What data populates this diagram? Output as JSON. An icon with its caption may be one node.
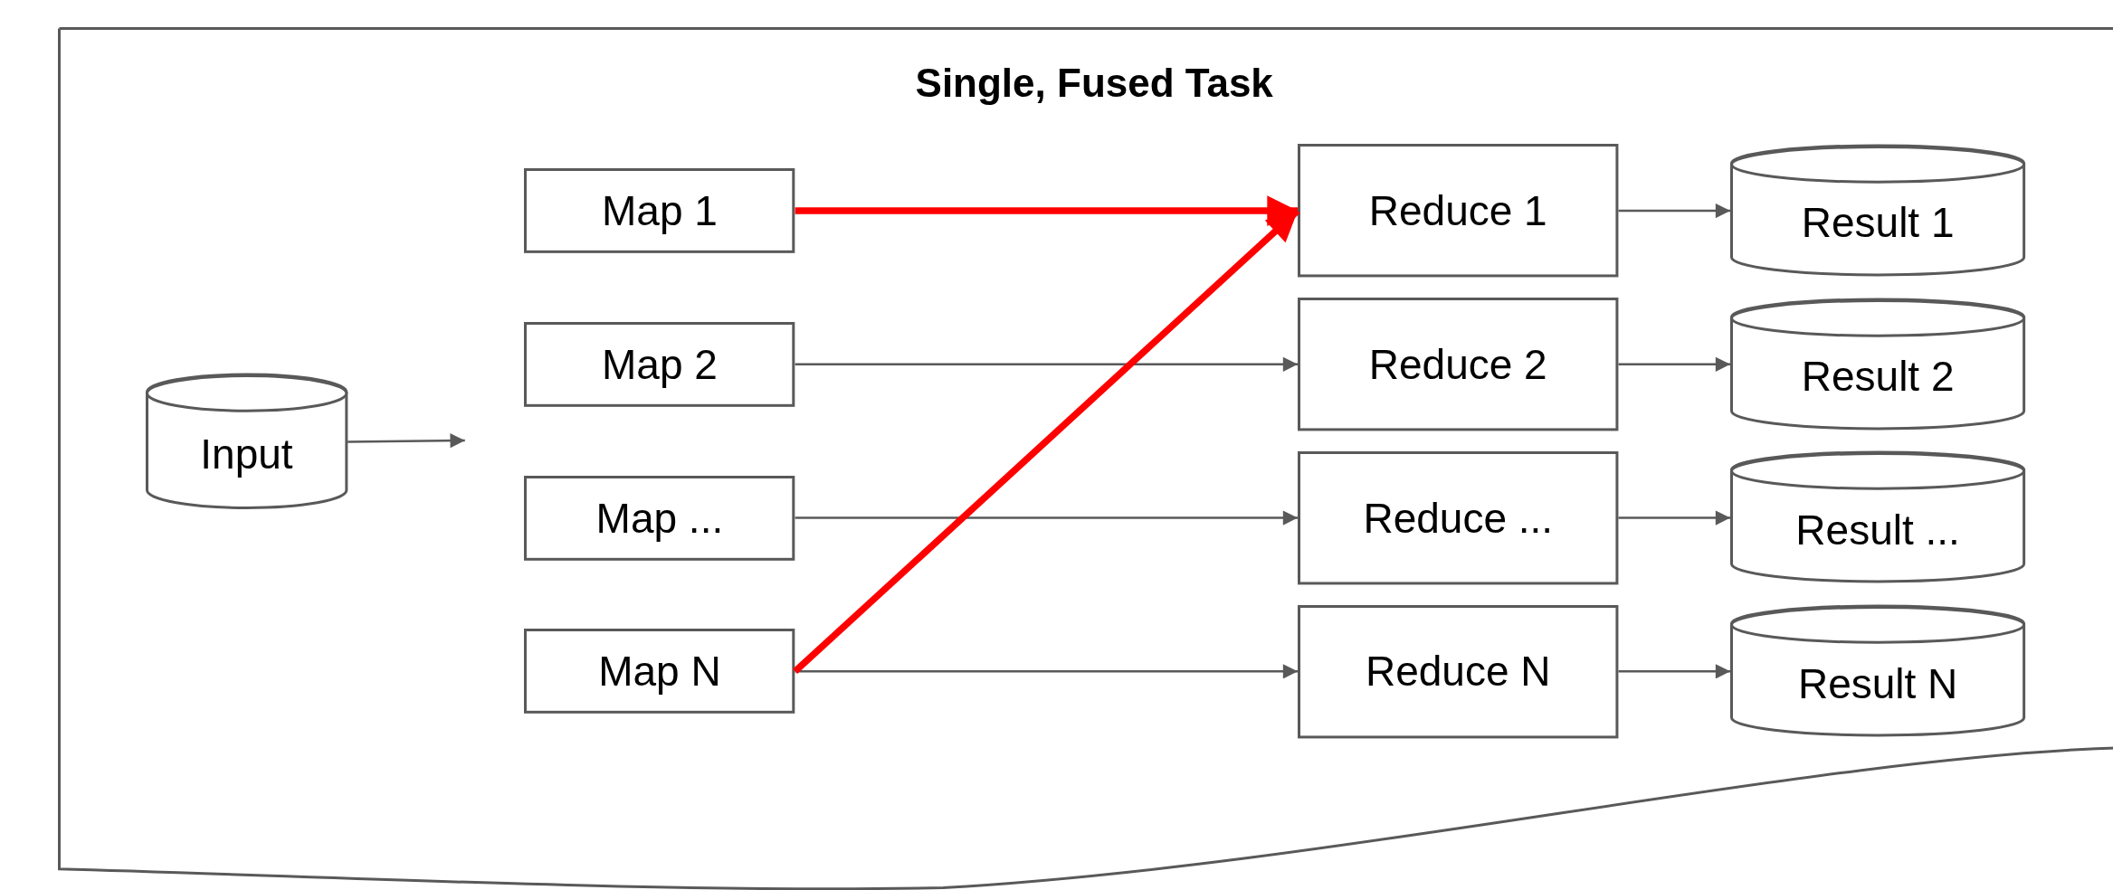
{
  "diagram": {
    "nodes": [
      {
        "text": [
          "Single, Fused Task"
        ]
      },
      {
        "text": [
          "Input"
        ],
        "in": 0
      },
      {
        "text": [
          "Map 1"
        ],
        "in": 0
      },
      {
        "text": [
          "Map 2"
        ],
        "in": 0
      },
      {
        "text": [
          "Map ..."
        ],
        "in": 0
      },
      {
        "text": [
          "Map N"
        ],
        "in": 0
      },
      {
        "text": [
          "Reduce 1"
        ],
        "in": 0
      },
      {
        "text": [
          "Reduce 2"
        ],
        "in": 0
      },
      {
        "text": [
          "Reduce ..."
        ],
        "in": 0
      },
      {
        "text": [
          "Reduce N"
        ],
        "in": 0
      },
      {
        "text": [
          "Result 1"
        ],
        "in": 0
      },
      {
        "text": [
          "Result 2"
        ],
        "in": 0
      },
      {
        "text": [
          "Result ..."
        ],
        "in": 0
      },
      {
        "text": [
          "Result N"
        ],
        "in": 0
      }
    ],
    "edges": [
      {
        "from": 1,
        "to": null,
        "arrow": "to"
      },
      {
        "from": 2,
        "to": 6,
        "arrow": "to",
        "style": "thick",
        "color": "#ff0000"
      },
      {
        "from": 3,
        "to": 7,
        "arrow": "to"
      },
      {
        "from": 4,
        "to": 8,
        "arrow": "to"
      },
      {
        "from": 5,
        "to": 9,
        "arrow": "to"
      },
      {
        "from": 5,
        "to": 6,
        "arrow": "to",
        "style": "thick",
        "color": "#ff0000"
      },
      {
        "from": 6,
        "to": 10,
        "arrow": "to"
      },
      {
        "from": 7,
        "to": 11,
        "arrow": "to"
      },
      {
        "from": 8,
        "to": 12,
        "arrow": "to"
      },
      {
        "from": 9,
        "to": 13,
        "arrow": "to"
      }
    ]
  }
}
